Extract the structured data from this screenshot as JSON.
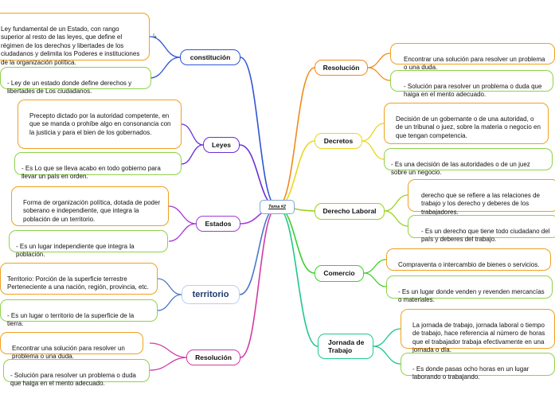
{
  "center": {
    "label": "Tema #2"
  },
  "left": [
    {
      "label": "constitución",
      "color": "#2f55d4",
      "children": [
        "Ley fundamental de un Estado, con rango superior al resto de las leyes, que define el régimen de los derechos y libertades de los ciudadanos y delimita los Poderes e instituciones de la organización política.",
        "- Ley de un estado donde define derechos y libertades de Los ciudadanos."
      ]
    },
    {
      "label": "Leyes",
      "color": "#6a2fd6",
      "children": [
        "Precepto dictado por la autoridad competente, en\nque se manda o prohíbe algo en consonancia con la justicia y para el bien de los gobernados.",
        "- Es Lo que se lleva acabo en todo gobierno para llevar un país en orden."
      ]
    },
    {
      "label": "Estados",
      "color": "#a43ad6",
      "children": [
        "Forma de organización política, dotada de poder\nsoberano e independiente, que integra la población de un territorio.",
        "- Es un lugar independiente que integra la población."
      ]
    },
    {
      "label": "territorio",
      "color": "#4a78c8",
      "children": [
        "Territorio: Porción de la superficie terrestre\n Perteneciente a una nación, región, provincia, etc.",
        "- Es un  lugar o territorio de la superficie de la tierra."
      ]
    },
    {
      "label": "Resolución",
      "color": "#d23aa6",
      "children": [
        "Encontrar una solución para resolver un problema o una duda.",
        "- Solución para resolver un problema o duda que haiga en el mento adecuado."
      ]
    }
  ],
  "right": [
    {
      "label": "Resolución",
      "color": "#f08a1e",
      "children": [
        "Encontrar una solución para resolver un problema o una duda.",
        "- Solución para resolver un problema o duda que haiga en el mento adecuado."
      ]
    },
    {
      "label": "Decretos",
      "color": "#e8d81c",
      "children": [
        "Decisión de un gobernante o de una autoridad, o de un tribunal o juez, sobre la materia o negocio en que tengan competencia.",
        "- Es una decisión de las autoridades o de un juez sobre un negocio."
      ]
    },
    {
      "label": "Derecho Laboral",
      "color": "#9ad21c",
      "children": [
        "derecho que se refiere a las relaciones de trabajo y los derecho y deberes de los trabajadores.",
        "- Es un derecho que tiene todo ciudadano del país y deberes del trabajo."
      ]
    },
    {
      "label": "Comercio",
      "color": "#3ccf2a",
      "children": [
        "Compraventa o intercambio de bienes o servicios.",
        "- Es un lugar donde venden y revenden mercancías o materiales."
      ]
    },
    {
      "label": "Jornada de\nTrabajo",
      "color": "#1fc88a",
      "children": [
        "La jornada de trabajo, jornada laboral o tiempo de trabajo, hace referencia al número de horas que el trabajador trabaja efectivamente en una jornada o día.",
        "- Es donde pasas ocho horas en un lugar laborando o trabajando."
      ]
    }
  ],
  "icons": {
    "link_icon": "↳"
  }
}
